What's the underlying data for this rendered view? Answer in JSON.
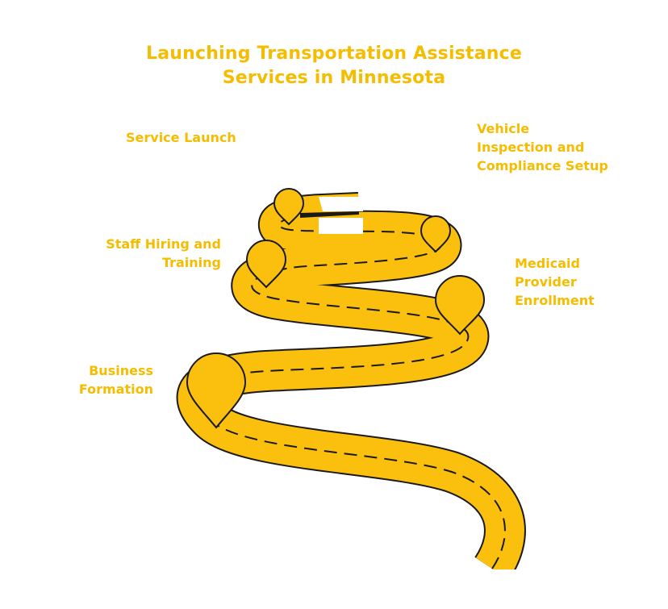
{
  "title": {
    "line1": "Launching Transportation Assistance",
    "line2": "Services in Minnesota"
  },
  "milestones": [
    {
      "id": "service-launch",
      "lines": [
        "Service Launch"
      ]
    },
    {
      "id": "vehicle-inspection",
      "lines": [
        "Vehicle",
        "Inspection and",
        "Compliance Setup"
      ]
    },
    {
      "id": "staff-hiring",
      "lines": [
        "Staff Hiring and",
        "Training"
      ]
    },
    {
      "id": "medicaid-enrollment",
      "lines": [
        "Medicaid",
        "Provider",
        "Enrollment"
      ]
    },
    {
      "id": "business-formation",
      "lines": [
        "Business",
        "Formation"
      ]
    }
  ],
  "colors": {
    "accent": "#f5bc00",
    "road_fill": "#fbbf0e",
    "outline": "#1a1a1a"
  }
}
